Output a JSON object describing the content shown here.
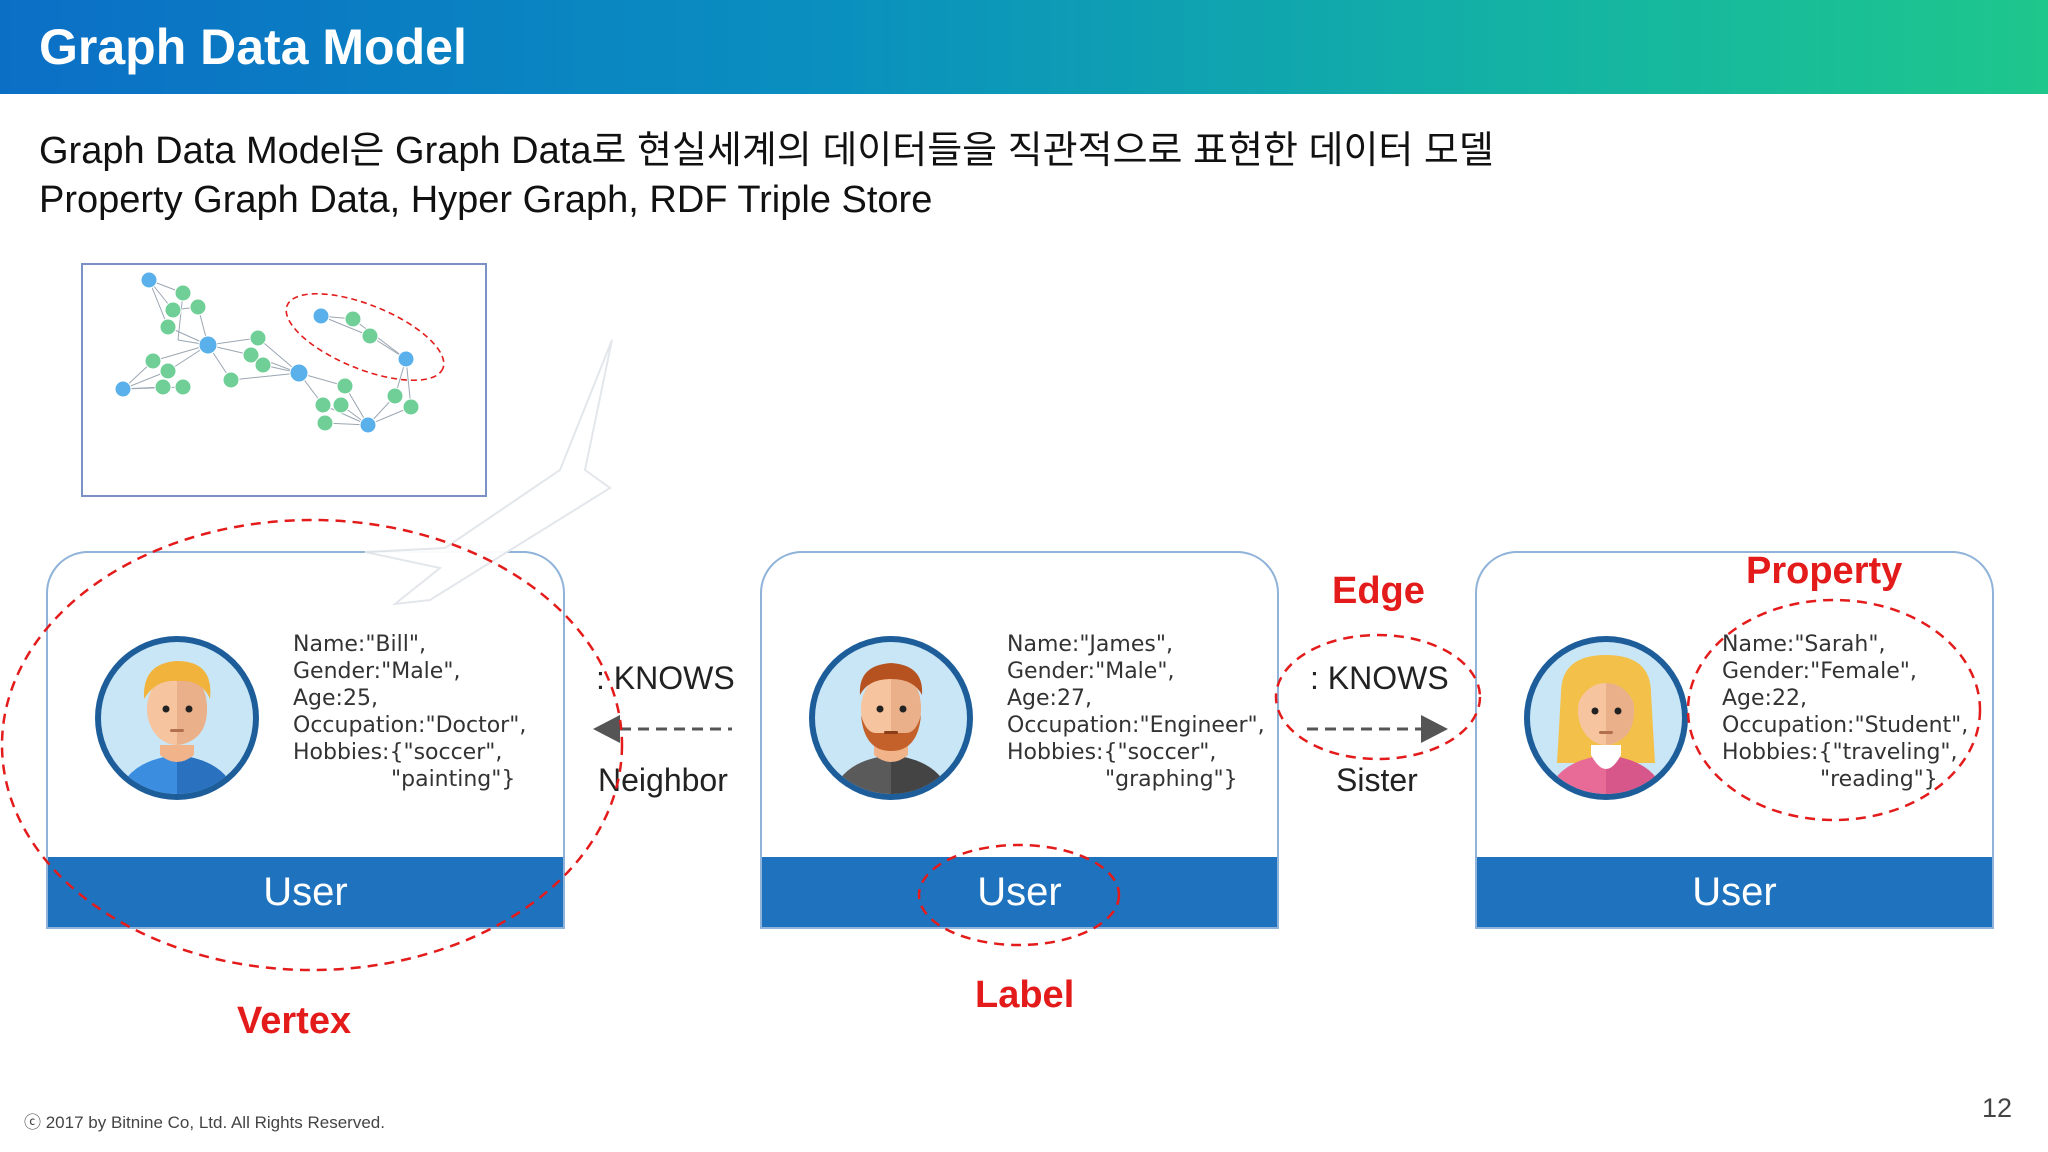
{
  "header": {
    "title": "Graph Data Model",
    "accent_colors": [
      "#0b6fc6",
      "#1ec78c"
    ]
  },
  "subtitle": {
    "line1": "Graph Data Model은 Graph Data로 현실세계의 데이터들을 직관적으로 표현한 데이터 모델",
    "line2": "Property Graph Data, Hyper Graph, RDF Triple Store"
  },
  "graph_thumbnail": {
    "icon": "network-graph-icon",
    "node_colors": [
      "#5ab0ea",
      "#6fcf97"
    ]
  },
  "cards": [
    {
      "label": "User",
      "avatar": "man-blond-icon",
      "properties": [
        "Name:\"Bill\",",
        "Gender:\"Male\",",
        "Age:25,",
        "Occupation:\"Doctor\",",
        "Hobbies:{\"soccer\",",
        "\"painting\"}"
      ]
    },
    {
      "label": "User",
      "avatar": "man-bearded-icon",
      "properties": [
        "Name:\"James\",",
        "Gender:\"Male\",",
        "Age:27,",
        "Occupation:\"Engineer\",",
        "Hobbies:{\"soccer\",",
        "\"graphing\"}"
      ]
    },
    {
      "label": "User",
      "avatar": "woman-icon",
      "properties": [
        "Name:\"Sarah\",",
        "Gender:\"Female\",",
        "Age:22,",
        "Occupation:\"Student\",",
        "Hobbies:{\"traveling\",",
        "\"reading\"}"
      ]
    }
  ],
  "relations": [
    {
      "type": ": KNOWS",
      "name": "Neighbor",
      "direction": "left"
    },
    {
      "type": ": KNOWS",
      "name": "Sister",
      "direction": "right"
    }
  ],
  "annotations": {
    "vertex": "Vertex",
    "label": "Label",
    "edge": "Edge",
    "property": "Property",
    "color": "#e31b1b"
  },
  "footer": {
    "copyright": "ⓒ 2017 by Bitnine Co, Ltd. All Rights Reserved.",
    "page_number": "12"
  }
}
